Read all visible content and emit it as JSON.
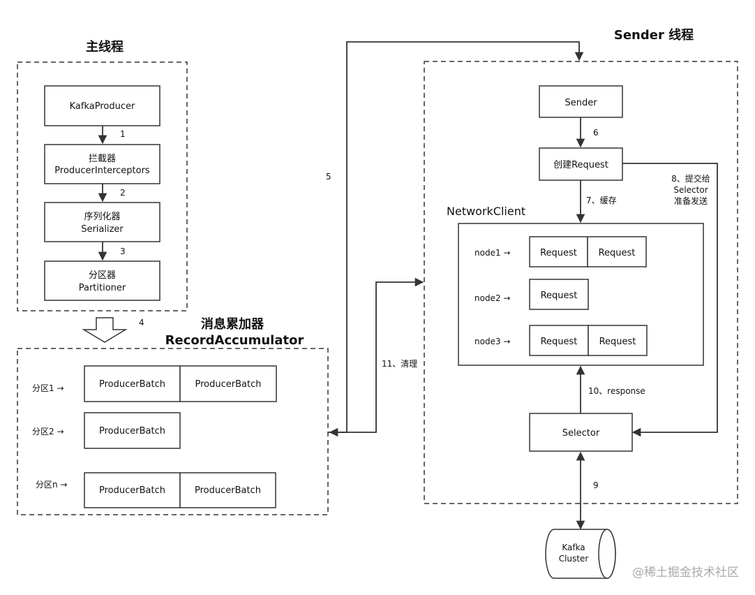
{
  "titles": {
    "main_thread": "主线程",
    "sender_thread": "Sender 线程",
    "accumulator_cn": "消息累加器",
    "accumulator_en": "RecordAccumulator",
    "network_client": "NetworkClient"
  },
  "main_boxes": {
    "kafka_producer": "KafkaProducer",
    "interceptor_cn": "拦截器",
    "interceptor_en": "ProducerInterceptors",
    "serializer_cn": "序列化器",
    "serializer_en": "Serializer",
    "partitioner_cn": "分区器",
    "partitioner_en": "Partitioner"
  },
  "steps": {
    "s1": "1",
    "s2": "2",
    "s3": "3",
    "s4": "4",
    "s5": "5",
    "s6": "6",
    "s7": "7、缓存",
    "s8_line1": "8、提交给",
    "s8_line2": "Selector",
    "s8_line3": "准备发送",
    "s9": "9",
    "s10": "10、response",
    "s11": "11、清理"
  },
  "accumulator": {
    "rows": [
      {
        "label": "分区1 →",
        "batches": [
          "ProducerBatch",
          "ProducerBatch"
        ]
      },
      {
        "label": "分区2 →",
        "batches": [
          "ProducerBatch"
        ]
      },
      {
        "label": "分区n →",
        "batches": [
          "ProducerBatch",
          "ProducerBatch"
        ]
      }
    ]
  },
  "sender": {
    "sender_box": "Sender",
    "create_request": "创建Request",
    "selector": "Selector"
  },
  "network": {
    "rows": [
      {
        "label": "node1 →",
        "requests": [
          "Request",
          "Request"
        ]
      },
      {
        "label": "node2 →",
        "requests": [
          "Request"
        ]
      },
      {
        "label": "node3 →",
        "requests": [
          "Request",
          "Request"
        ]
      }
    ]
  },
  "cluster": {
    "line1": "Kafka",
    "line2": "Cluster"
  },
  "watermark": "@稀土掘金技术社区"
}
